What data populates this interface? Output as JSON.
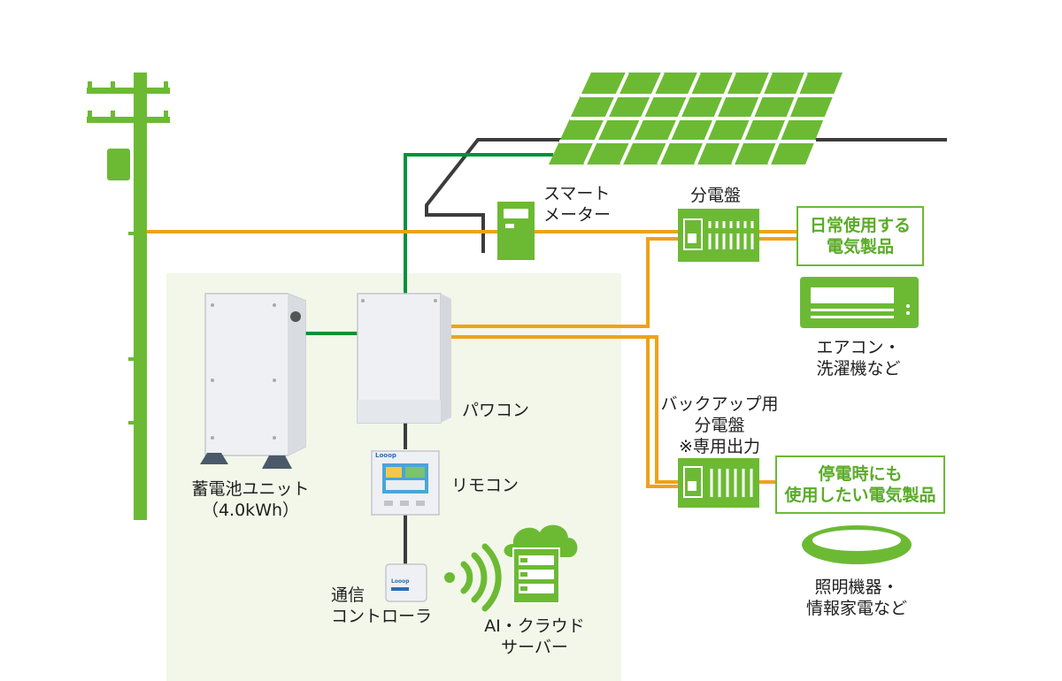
{
  "labels": {
    "smart_meter": [
      "スマート",
      "メーター"
    ],
    "distribution_board": "分電盤",
    "daily_appliances": [
      "日常使用する",
      "電気製品"
    ],
    "ac_washer": [
      "エアコン・",
      "洗濯機など"
    ],
    "battery_unit": [
      "蓄電池ユニット",
      "（4.0kWh）"
    ],
    "power_conditioner": "パワコン",
    "remote": "リモコン",
    "backup_board": [
      "バックアップ用",
      "分電盤",
      "※専用出力"
    ],
    "outage_appliances": [
      "停電時にも",
      "使用したい電気製品"
    ],
    "comm_controller": [
      "通信",
      "コントローラ"
    ],
    "ai_cloud": [
      "AI・クラウド",
      "サーバー"
    ],
    "lighting_info": [
      "照明機器・",
      "情報家電など"
    ],
    "brand": "Looop"
  },
  "colors": {
    "green": "#6cba34",
    "dark_green": "#00913a",
    "orange": "#eea21a",
    "gray_line": "#3c3c3c",
    "bg_zone": "#f3f7ea"
  }
}
